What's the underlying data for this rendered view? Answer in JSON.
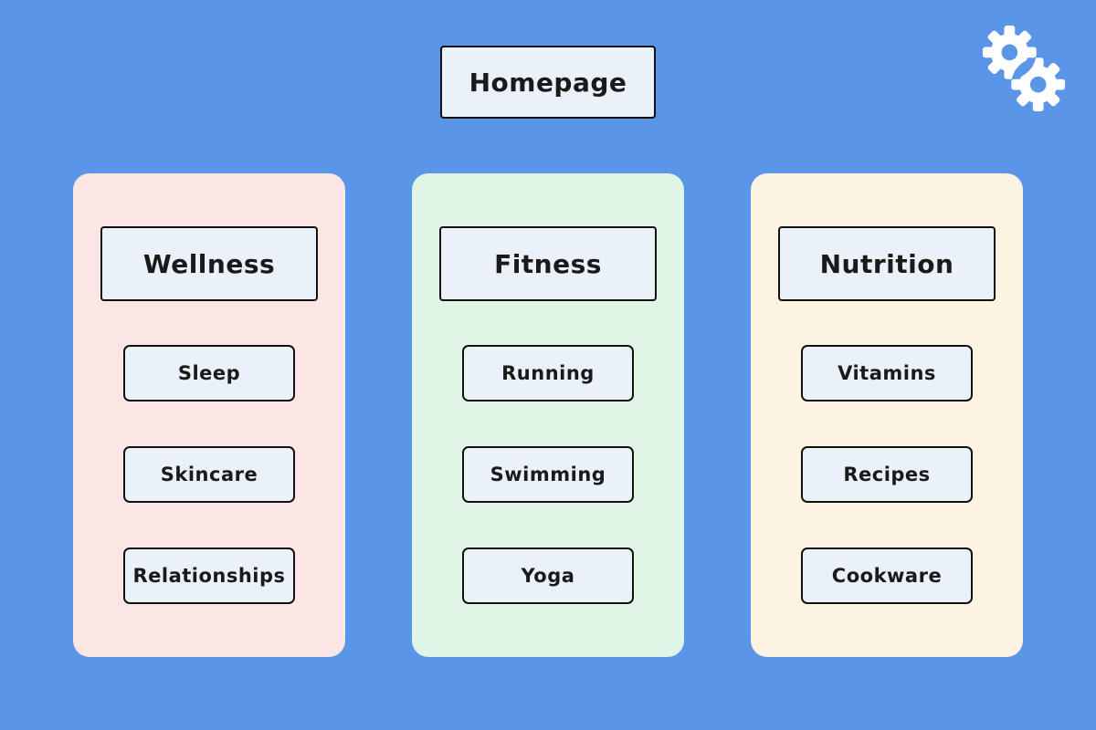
{
  "title": {
    "label": "Homepage"
  },
  "logo": {
    "icon": "interlocking-gears",
    "color": "#ffffff"
  },
  "colors": {
    "background": "#5B95E8",
    "node_fill": "#EAF1F8",
    "node_border": "#111111",
    "wellness_panel": "#FCE6E4",
    "fitness_panel": "#E0F5E6",
    "nutrition_panel": "#FCF3E3"
  },
  "columns": [
    {
      "label": "Wellness",
      "panel_color": "#FCE6E4",
      "items": [
        "Sleep",
        "Skincare",
        "Relationships"
      ]
    },
    {
      "label": "Fitness",
      "panel_color": "#E0F5E6",
      "items": [
        "Running",
        "Swimming",
        "Yoga"
      ]
    },
    {
      "label": "Nutrition",
      "panel_color": "#FCF3E3",
      "items": [
        "Vitamins",
        "Recipes",
        "Cookware"
      ]
    }
  ]
}
